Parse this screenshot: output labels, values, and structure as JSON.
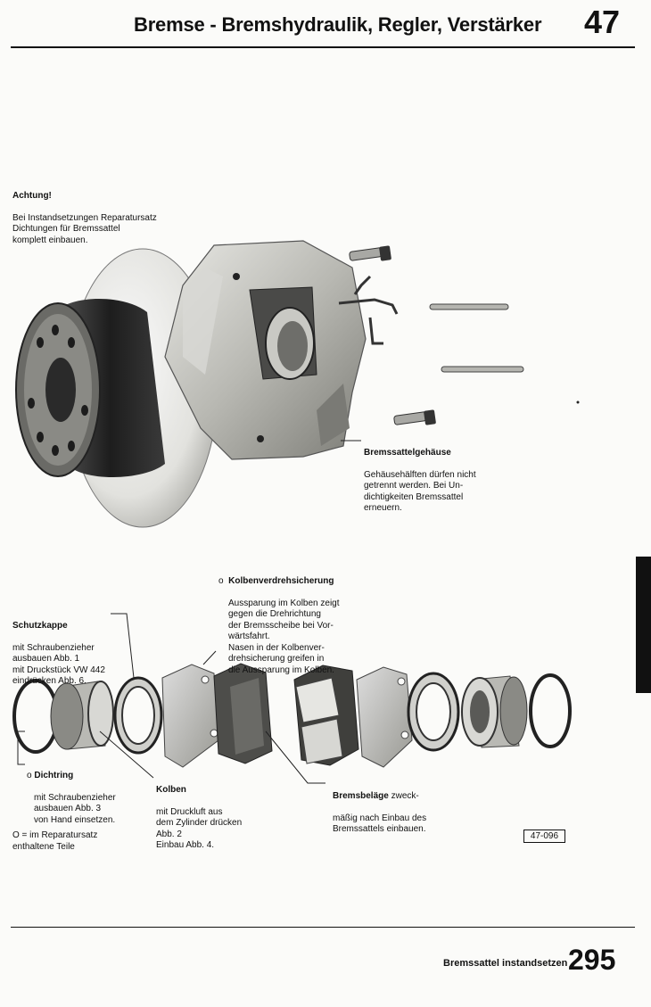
{
  "header": {
    "title": "Bremse - Bremshydraulik, Regler, Verstärker",
    "chapter": "47"
  },
  "warning": {
    "title": "Achtung!",
    "text": "Bei Instandsetzungen Reparatursatz\nDichtungen für Bremssattel\nkomplett einbauen."
  },
  "labels": {
    "caliper_housing": {
      "title": "Bremssattelgehäuse",
      "text": "Gehäusehälften dürfen nicht\ngetrennt werden. Bei Un-\ndichtigkeiten Bremssattel\nerneuern."
    },
    "anti_rotation": {
      "marker": "o",
      "title": "Kolbenverdrehsicherung",
      "text": "Aussparung im Kolben zeigt\ngegen die Drehrichtung\nder Bremsscheibe bei Vor-\nwärtsfahrt.\nNasen in der Kolbenver-\ndrehsicherung greifen in\ndie Aussparung im Kolben."
    },
    "dust_cap": {
      "title": "Schutzkappe",
      "text": "mit Schraubenzieher\nausbauen   Abb. 1\nmit Druckstück VW 442\neindrücken   Abb. 6."
    },
    "seal_ring": {
      "marker": "o",
      "title": "Dichtring",
      "text": "mit Schraubenzieher\nausbauen   Abb. 3\nvon Hand einsetzen."
    },
    "piston": {
      "title": "Kolben",
      "text": "mit Druckluft aus\ndem Zylinder drücken\nAbb. 2\nEinbau   Abb. 4."
    },
    "brake_pads": {
      "title": "Bremsbeläge",
      "title_suffix": " zweck-",
      "text": "mäßig nach Einbau des\nBremssattels einbauen."
    }
  },
  "legend": {
    "text": "O = im Reparatursatz\nenthaltene Teile"
  },
  "figure_ref": "47-096",
  "footer": {
    "label": "Bremssattel instandsetzen",
    "page": "295"
  }
}
